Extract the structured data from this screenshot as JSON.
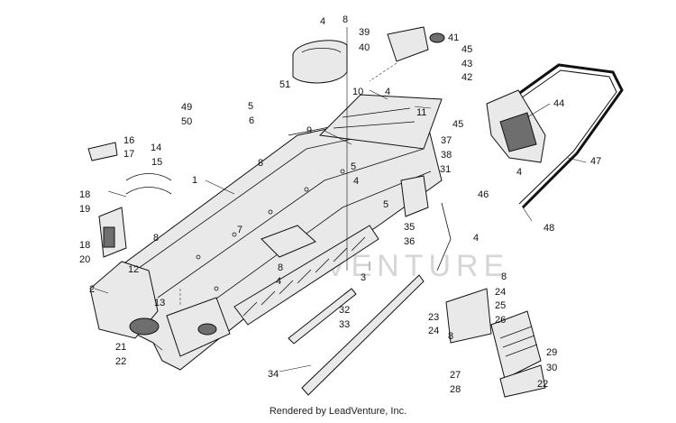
{
  "watermark": "LEADVENTURE",
  "footer": "Rendered by LeadVenture, Inc.",
  "callouts": [
    {
      "id": "c1",
      "text": "1"
    },
    {
      "id": "c2",
      "text": "2"
    },
    {
      "id": "c3",
      "text": "3"
    },
    {
      "id": "c4a",
      "text": "4"
    },
    {
      "id": "c4b",
      "text": "4"
    },
    {
      "id": "c4c",
      "text": "4"
    },
    {
      "id": "c4d",
      "text": "4"
    },
    {
      "id": "c4e",
      "text": "4"
    },
    {
      "id": "c4f",
      "text": "4"
    },
    {
      "id": "c5a",
      "text": "5"
    },
    {
      "id": "c5b",
      "text": "5"
    },
    {
      "id": "c5c",
      "text": "5"
    },
    {
      "id": "c6",
      "text": "6"
    },
    {
      "id": "c7",
      "text": "7"
    },
    {
      "id": "c8a",
      "text": "8"
    },
    {
      "id": "c8b",
      "text": "8"
    },
    {
      "id": "c8c",
      "text": "8"
    },
    {
      "id": "c8d",
      "text": "8"
    },
    {
      "id": "c8e",
      "text": "8"
    },
    {
      "id": "c8f",
      "text": "8"
    },
    {
      "id": "c9",
      "text": "9"
    },
    {
      "id": "c10",
      "text": "10"
    },
    {
      "id": "c11",
      "text": "11"
    },
    {
      "id": "c12",
      "text": "12"
    },
    {
      "id": "c13",
      "text": "13"
    },
    {
      "id": "c14",
      "text": "14"
    },
    {
      "id": "c15",
      "text": "15"
    },
    {
      "id": "c16",
      "text": "16"
    },
    {
      "id": "c17",
      "text": "17"
    },
    {
      "id": "c18a",
      "text": "18"
    },
    {
      "id": "c18b",
      "text": "18"
    },
    {
      "id": "c19",
      "text": "19"
    },
    {
      "id": "c20",
      "text": "20"
    },
    {
      "id": "c21",
      "text": "21"
    },
    {
      "id": "c22a",
      "text": "22"
    },
    {
      "id": "c22b",
      "text": "22"
    },
    {
      "id": "c23",
      "text": "23"
    },
    {
      "id": "c24a",
      "text": "24"
    },
    {
      "id": "c24b",
      "text": "24"
    },
    {
      "id": "c25",
      "text": "25"
    },
    {
      "id": "c26",
      "text": "26"
    },
    {
      "id": "c27",
      "text": "27"
    },
    {
      "id": "c28",
      "text": "28"
    },
    {
      "id": "c29",
      "text": "29"
    },
    {
      "id": "c30",
      "text": "30"
    },
    {
      "id": "c31",
      "text": "31"
    },
    {
      "id": "c32",
      "text": "32"
    },
    {
      "id": "c33",
      "text": "33"
    },
    {
      "id": "c34",
      "text": "34"
    },
    {
      "id": "c35",
      "text": "35"
    },
    {
      "id": "c36",
      "text": "36"
    },
    {
      "id": "c37",
      "text": "37"
    },
    {
      "id": "c38",
      "text": "38"
    },
    {
      "id": "c39",
      "text": "39"
    },
    {
      "id": "c40",
      "text": "40"
    },
    {
      "id": "c41",
      "text": "41"
    },
    {
      "id": "c42",
      "text": "42"
    },
    {
      "id": "c43",
      "text": "43"
    },
    {
      "id": "c44",
      "text": "44"
    },
    {
      "id": "c45a",
      "text": "45"
    },
    {
      "id": "c45b",
      "text": "45"
    },
    {
      "id": "c46",
      "text": "46"
    },
    {
      "id": "c47",
      "text": "47"
    },
    {
      "id": "c48",
      "text": "48"
    },
    {
      "id": "c49",
      "text": "49"
    },
    {
      "id": "c50",
      "text": "50"
    },
    {
      "id": "c51",
      "text": "51"
    }
  ]
}
